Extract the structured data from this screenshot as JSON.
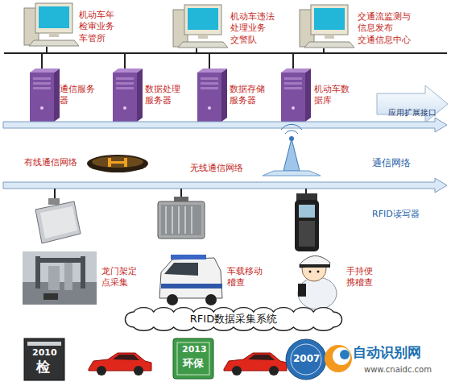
{
  "diagram": {
    "nodes": [
      {
        "text": [
          "机动车年 检审业务 车管所"
        ]
      },
      {
        "text": [
          "机动车违法 处理业务 交警队"
        ]
      },
      {
        "text": [
          "交通流监测与 信息发布 交通信息中心"
        ]
      },
      {
        "text": [
          "通信服务 器"
        ]
      },
      {
        "text": [
          "数据处理 服务器"
        ]
      },
      {
        "text": [
          "数据存储 服务器"
        ]
      },
      {
        "text": [
          "机动车数 据库"
        ]
      },
      {
        "text": [
          "龙门架定 点采集"
        ]
      },
      {
        "text": [
          "车载移动 稽查"
        ]
      },
      {
        "text": [
          "手持便 携稽查"
        ]
      },
      {
        "text": [
          "RFID数据采集系统"
        ]
      }
    ],
    "labels": [
      "应用扩展接口",
      "有线通信网络",
      "无线通信网络",
      "通信网络",
      "RFID读写器",
      "2010",
      "检",
      "2013",
      "环保",
      "2007",
      "自动识别网",
      "www.cnaidc.com"
    ]
  }
}
